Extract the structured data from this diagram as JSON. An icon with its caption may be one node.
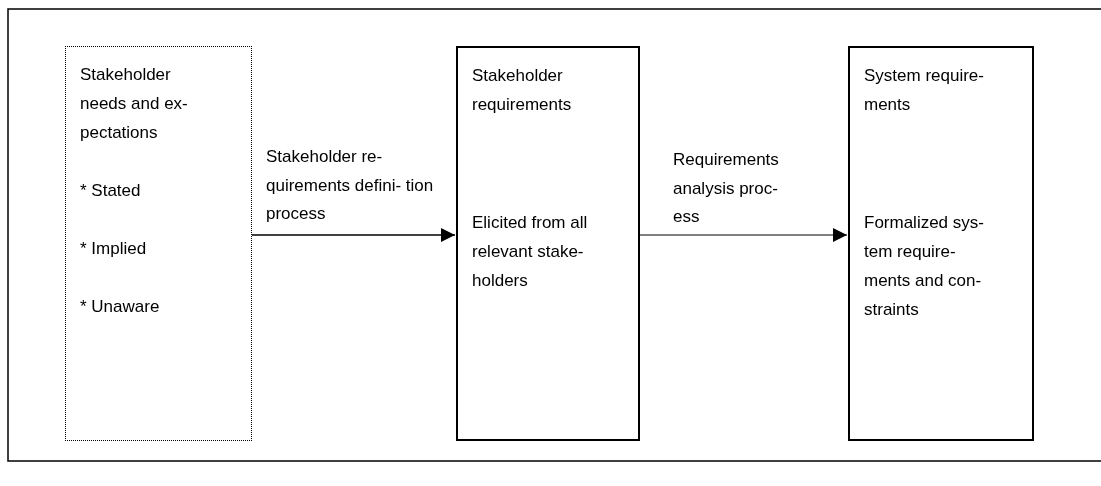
{
  "diagram": {
    "nodes": [
      {
        "text": [
          "Stakeholder needs and ex- pectations",
          "* Stated",
          "* Implied",
          "* Unaware"
        ]
      },
      {
        "text": [
          "Stakeholder requirements",
          "Elicited from all relevant stake- holders"
        ]
      },
      {
        "text": [
          "System require- ments",
          "Formalized sys- tem require- ments and con- straints"
        ]
      }
    ],
    "edges": [
      {
        "from": 0,
        "to": 1,
        "arrow": "to",
        "label": "Stakeholder re- quirements defini- tion process"
      },
      {
        "from": 1,
        "to": 2,
        "arrow": "to",
        "label": "Requirements analysis proc- ess"
      }
    ]
  }
}
